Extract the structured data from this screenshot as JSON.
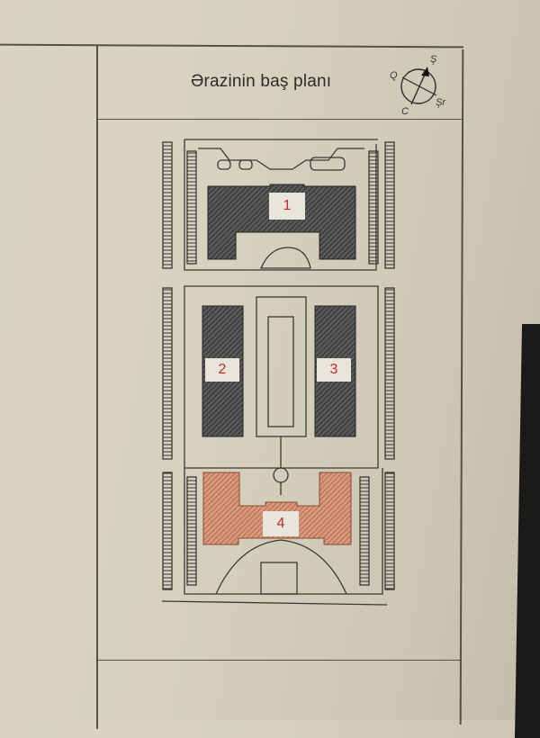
{
  "document": {
    "title": "Ərazinin baş planı",
    "compass": {
      "letters": [
        "Ş",
        "Q",
        "C",
        "Ş"
      ],
      "north_label": "Ş",
      "west_label": "Q",
      "south_label": "C",
      "east_label": "Şr"
    },
    "buildings": [
      {
        "id": "1",
        "label": "1",
        "fill": "#4a4a4a"
      },
      {
        "id": "2",
        "label": "2",
        "fill": "#4a4a4a"
      },
      {
        "id": "3",
        "label": "3",
        "fill": "#4a4a4a"
      },
      {
        "id": "4",
        "label": "4",
        "fill": "#c6785c",
        "highlighted": true
      }
    ],
    "colors": {
      "paper": "#d8d4c1",
      "line": "#3a3834",
      "label_text": "#c0272d",
      "highlight": "#c6785c",
      "hatch_dark": "#3e3e3e"
    }
  }
}
